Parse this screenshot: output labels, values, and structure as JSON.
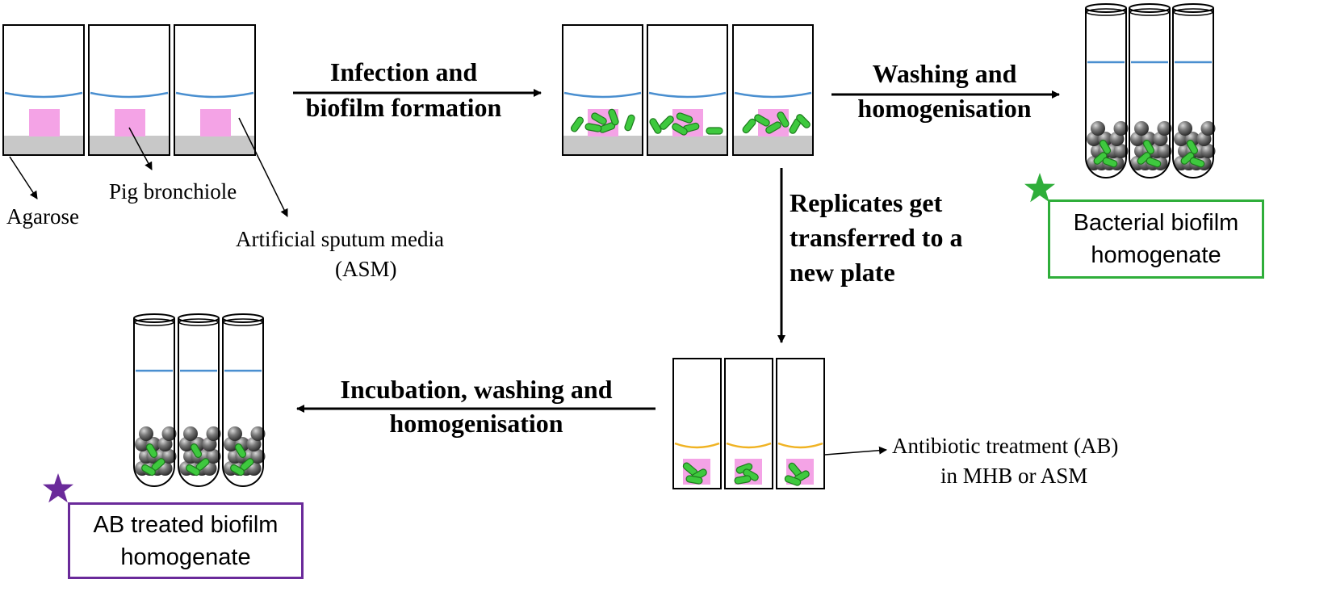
{
  "labels": {
    "agarose": "Agarose",
    "pig_bronchiole": "Pig bronchiole",
    "asm_line1": "Artificial sputum media",
    "asm_line2": "(ASM)",
    "antibiotic_line1": "Antibiotic treatment (AB)",
    "antibiotic_line2": "in MHB or ASM"
  },
  "steps": {
    "infection_line1": "Infection and",
    "infection_line2": "biofilm formation",
    "washing_line1": "Washing and",
    "washing_line2": "homogenisation",
    "replicates_line1": "Replicates get",
    "replicates_line2": "transferred to a",
    "replicates_line3": "new plate",
    "incubation_line1": "Incubation, washing and",
    "incubation_line2": "homogenisation"
  },
  "outputs": {
    "bacterial_line1": "Bacterial biofilm",
    "bacterial_line2": "homogenate",
    "ab_line1": "AB treated biofilm",
    "ab_line2": "homogenate"
  },
  "colors": {
    "well_border": "#000000",
    "agarose_fill": "#c8c8c8",
    "tissue_fill": "#f4a3e6",
    "medium_line": "#4a8fd0",
    "antibiotic_line": "#f0b323",
    "bacteria": "#3ec93e",
    "beads": "#6e6e6e",
    "green_star": "#2fae3a",
    "green_box": "#2fae3a",
    "purple_star": "#6a2a9a",
    "purple_box": "#6a2a9a"
  }
}
